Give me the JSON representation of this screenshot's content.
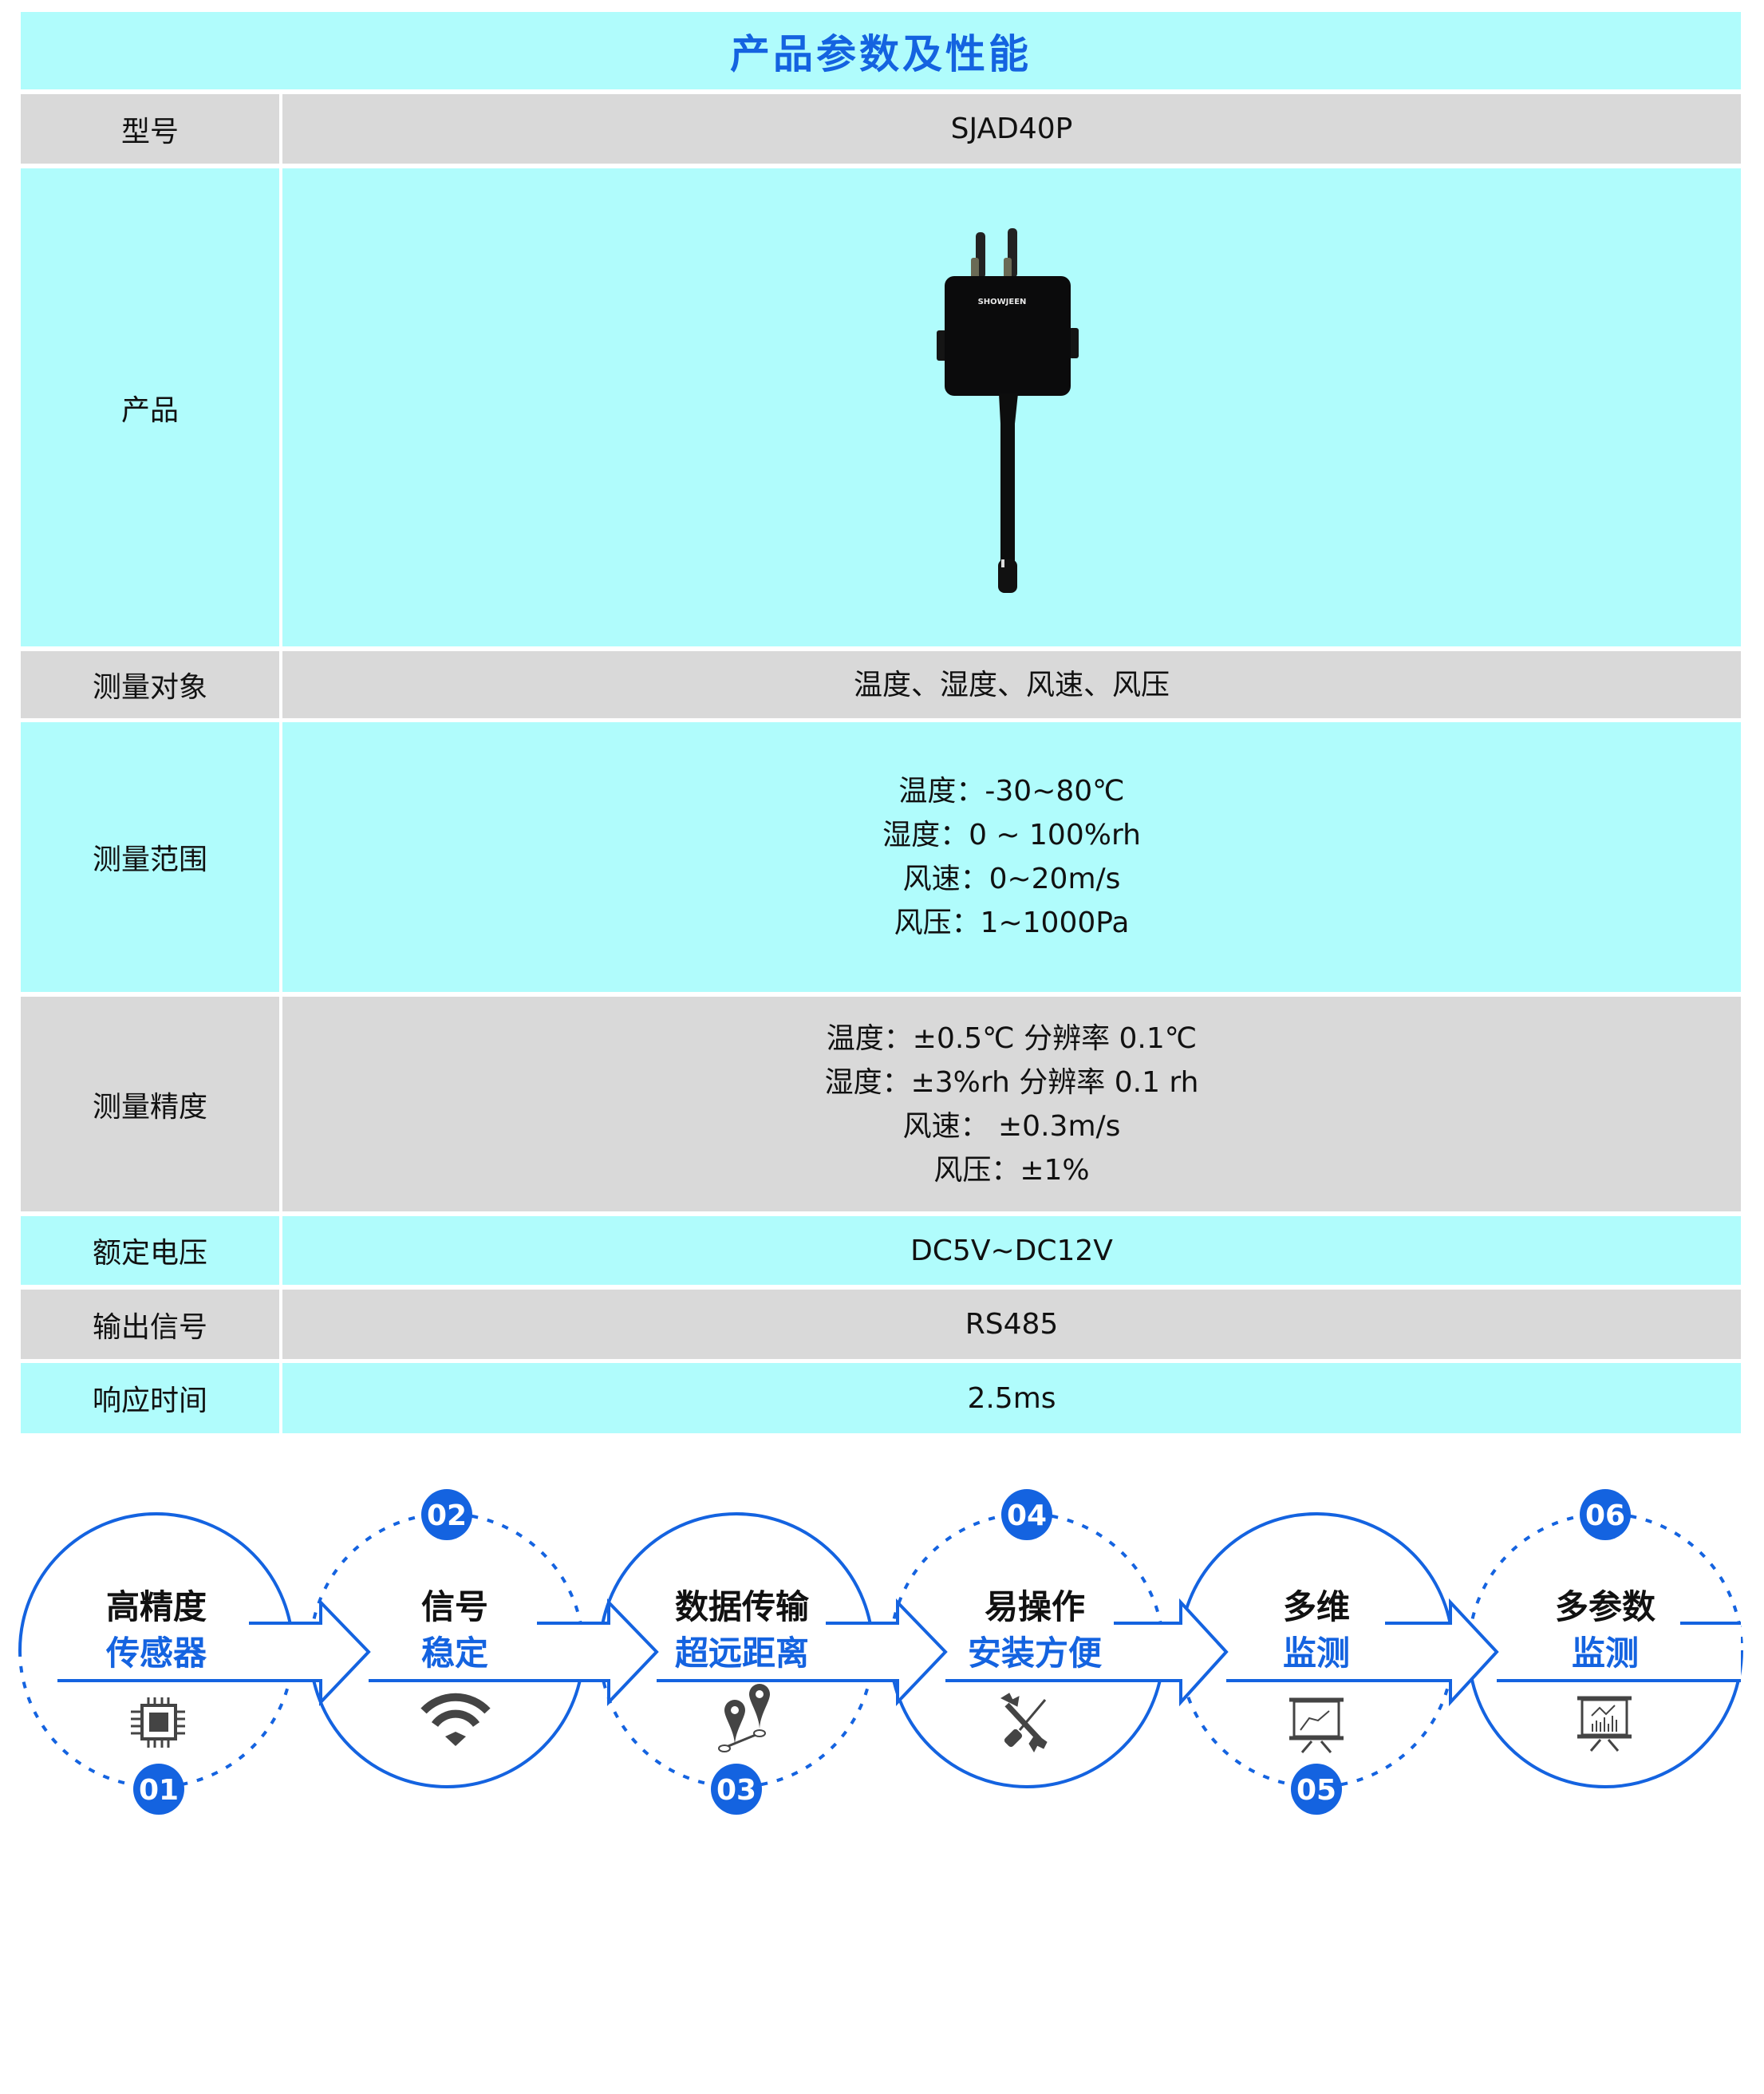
{
  "title": "产品参数及性能",
  "colors": {
    "accent": "#1463e0",
    "cyan_row": "#b0fcfc",
    "gray_row": "#d9d9d9",
    "icon_gray": "#444444"
  },
  "table": {
    "rows": [
      {
        "label": "型号",
        "values": [
          "SJAD40P"
        ]
      },
      {
        "label": "产品",
        "image": "product-photo",
        "brand": "SHOWJEEN"
      },
      {
        "label": "测量对象",
        "values": [
          "温度、湿度、风速、风压"
        ]
      },
      {
        "label": "测量范围",
        "values": [
          "温度：-30~80℃",
          "湿度：0 ~ 100%rh",
          "风速：0~20m/s",
          "风压：1~1000Pa"
        ]
      },
      {
        "label": "测量精度",
        "values": [
          "温度：±0.5℃ 分辨率 0.1℃",
          "湿度：±3%rh 分辨率 0.1 rh",
          "风速： ±0.3m/s",
          "风压：±1%"
        ]
      },
      {
        "label": "额定电压",
        "values": [
          "DC5V~DC12V"
        ]
      },
      {
        "label": "输出信号",
        "values": [
          "RS485"
        ]
      },
      {
        "label": "响应时间",
        "values": [
          "2.5ms"
        ]
      }
    ]
  },
  "features": [
    {
      "number": "01",
      "line1": "高精度",
      "line2": "传感器",
      "icon": "chip-icon"
    },
    {
      "number": "02",
      "line1": "信号",
      "line2": "稳定",
      "icon": "wifi-icon"
    },
    {
      "number": "03",
      "line1": "数据传输",
      "line2": "超远距离",
      "icon": "location-pins-icon"
    },
    {
      "number": "04",
      "line1": "易操作",
      "line2": "安装方便",
      "icon": "tools-icon"
    },
    {
      "number": "05",
      "line1": "多维",
      "line2": "监测",
      "icon": "line-chart-board-icon"
    },
    {
      "number": "06",
      "line1": "多参数",
      "line2": "监测",
      "icon": "bar-chart-board-icon"
    }
  ]
}
